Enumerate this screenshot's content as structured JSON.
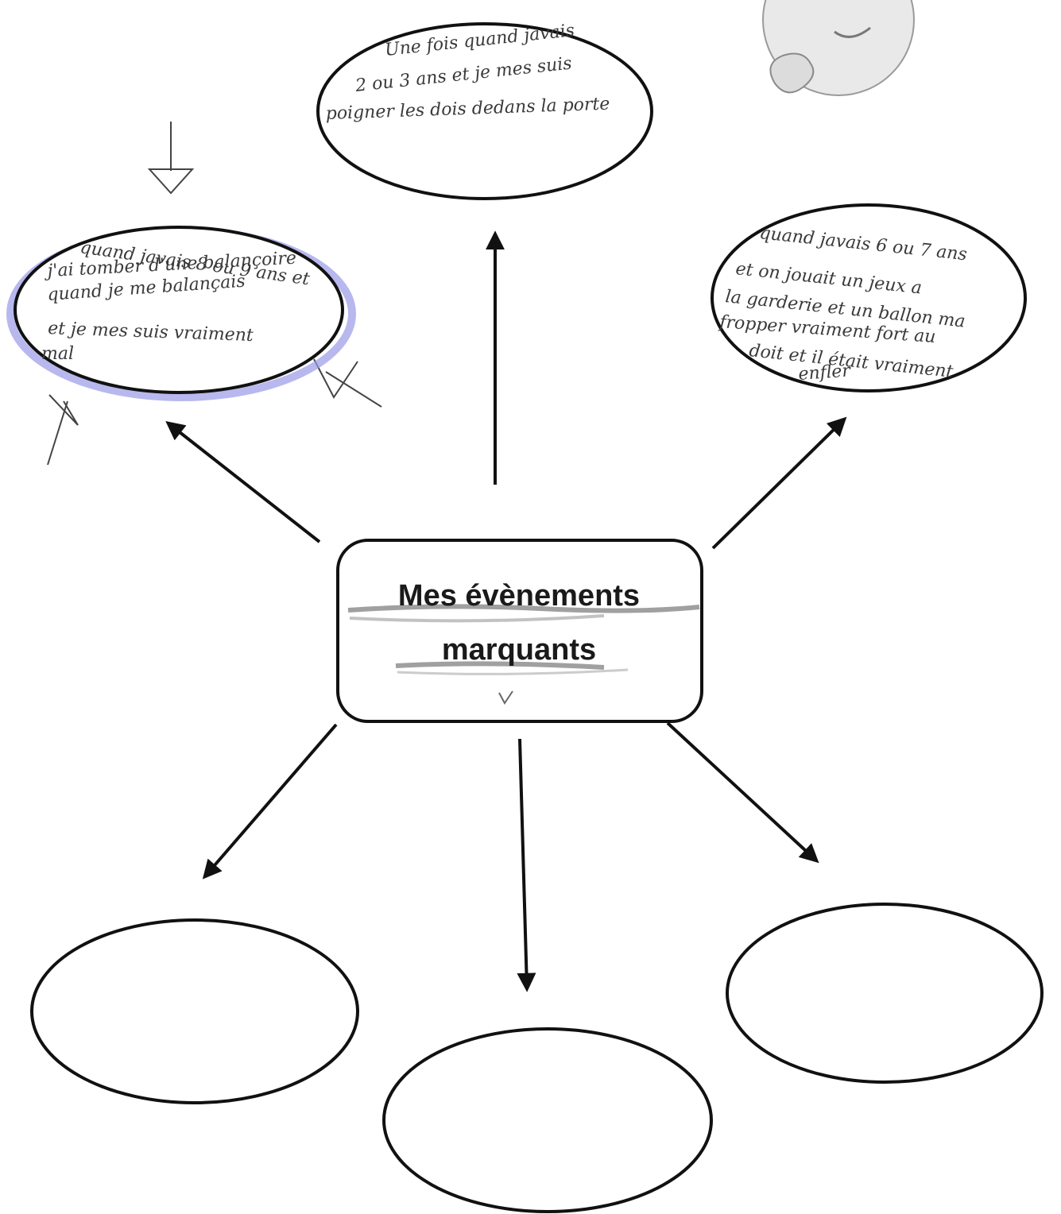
{
  "center": {
    "title_line1": "Mes évènements",
    "title_line2": "marquants"
  },
  "events": [
    {
      "position": "top",
      "lines": [
        "Une fois quand javais",
        "2 ou 3 ans et je mes suis",
        "poigner les dois dedans la porte"
      ]
    },
    {
      "position": "top-left",
      "lines": [
        "quand javais 8 ou 9 ans et",
        "j'ai tomber d'une balançoire",
        "quand je me balançais",
        "et je mes suis vraiment",
        "mal"
      ]
    },
    {
      "position": "top-right",
      "lines": [
        "quand javais 6 ou 7 ans",
        "et on jouait un jeux a",
        "la garderie et un ballon ma",
        "fropper vraiment fort au",
        "doit et il était vraiment",
        "enfler"
      ]
    }
  ],
  "colors": {
    "ink": "#111111",
    "highlight": "#9a9ae8",
    "pencil": "#555555"
  }
}
